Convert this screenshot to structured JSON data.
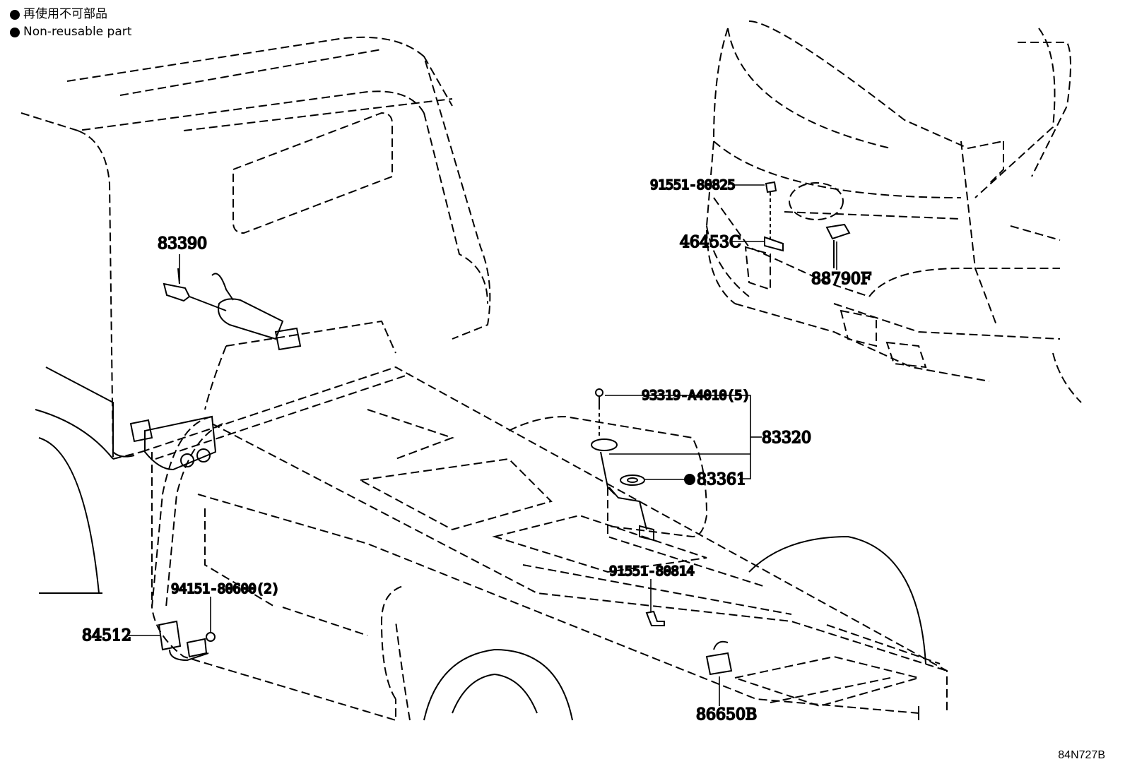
{
  "legend": {
    "japanese": "再使用不可部品",
    "english": "Non-reusable part"
  },
  "callouts": {
    "p83390": "83390",
    "p91551_80825": "91551-80825",
    "p46453C": "46453C",
    "p88790F": "88790F",
    "p93319": "93319-A4010(5)",
    "p83320": "83320",
    "p83361": "83361",
    "p91551_80814": "91551-80814",
    "p94151": "94151-80600(2)",
    "p84512": "84512",
    "p86650B": "86650B"
  },
  "illustration_code": "84N727B",
  "colors": {
    "ink": "#000000",
    "background": "#ffffff"
  }
}
